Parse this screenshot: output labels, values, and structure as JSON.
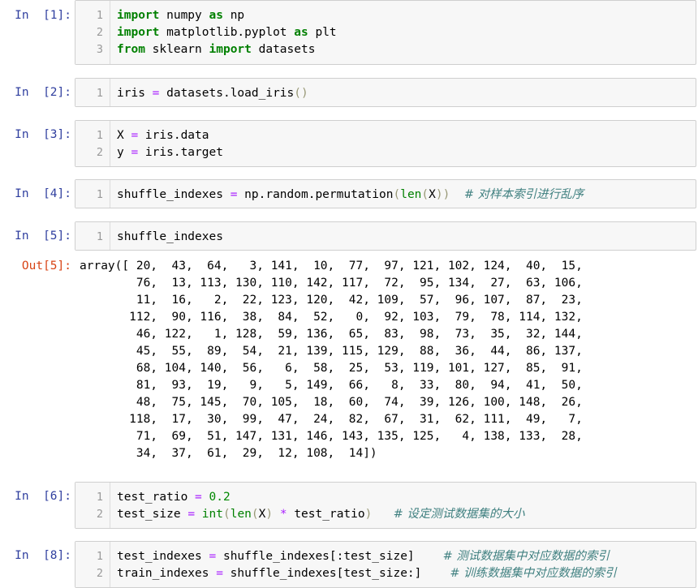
{
  "cells": [
    {
      "prompt": "In  [1]:",
      "lines": [
        {
          "n": "1",
          "parts": [
            [
              "kw",
              "import"
            ],
            [
              "t",
              " numpy "
            ],
            [
              "kw",
              "as"
            ],
            [
              "t",
              " np"
            ]
          ]
        },
        {
          "n": "2",
          "parts": [
            [
              "kw",
              "import"
            ],
            [
              "t",
              " matplotlib.pyplot "
            ],
            [
              "kw",
              "as"
            ],
            [
              "t",
              " plt"
            ]
          ]
        },
        {
          "n": "3",
          "parts": [
            [
              "kw",
              "from"
            ],
            [
              "t",
              " sklearn "
            ],
            [
              "kw",
              "import"
            ],
            [
              "t",
              " datasets"
            ]
          ]
        }
      ]
    },
    {
      "prompt": "In  [2]:",
      "lines": [
        {
          "n": "1",
          "parts": [
            [
              "t",
              "iris "
            ],
            [
              "op",
              "="
            ],
            [
              "t",
              " datasets.load_iris"
            ],
            [
              "paren",
              "()"
            ]
          ]
        }
      ]
    },
    {
      "prompt": "In  [3]:",
      "lines": [
        {
          "n": "1",
          "parts": [
            [
              "t",
              "X "
            ],
            [
              "op",
              "="
            ],
            [
              "t",
              " iris.data"
            ]
          ]
        },
        {
          "n": "2",
          "parts": [
            [
              "t",
              "y "
            ],
            [
              "op",
              "="
            ],
            [
              "t",
              " iris.target"
            ]
          ]
        }
      ]
    },
    {
      "prompt": "In  [4]:",
      "lines": [
        {
          "n": "1",
          "parts": [
            [
              "t",
              "shuffle_indexes "
            ],
            [
              "op",
              "="
            ],
            [
              "t",
              " np.random.permutation"
            ],
            [
              "paren",
              "("
            ],
            [
              "bi",
              "len"
            ],
            [
              "paren",
              "("
            ],
            [
              "t",
              "X"
            ],
            [
              "paren",
              "))"
            ],
            [
              "t",
              "  "
            ],
            [
              "cm",
              "# 对样本索引进行乱序"
            ]
          ]
        }
      ]
    },
    {
      "prompt": "In  [5]:",
      "lines": [
        {
          "n": "1",
          "parts": [
            [
              "t",
              "shuffle_indexes"
            ]
          ]
        }
      ]
    },
    {
      "prompt": "In  [6]:",
      "lines": [
        {
          "n": "1",
          "parts": [
            [
              "t",
              "test_ratio "
            ],
            [
              "op",
              "="
            ],
            [
              "t",
              " "
            ],
            [
              "num",
              "0.2"
            ]
          ]
        },
        {
          "n": "2",
          "parts": [
            [
              "t",
              "test_size "
            ],
            [
              "op",
              "="
            ],
            [
              "t",
              " "
            ],
            [
              "bi",
              "int"
            ],
            [
              "paren",
              "("
            ],
            [
              "bi",
              "len"
            ],
            [
              "paren",
              "("
            ],
            [
              "t",
              "X"
            ],
            [
              "paren",
              ")"
            ],
            [
              "t",
              " "
            ],
            [
              "op",
              "*"
            ],
            [
              "t",
              " test_ratio"
            ],
            [
              "paren",
              ")"
            ],
            [
              "t",
              "   "
            ],
            [
              "cm",
              "# 设定测试数据集的大小"
            ]
          ]
        }
      ]
    },
    {
      "prompt": "In  [8]:",
      "lines": [
        {
          "n": "1",
          "parts": [
            [
              "t",
              "test_indexes "
            ],
            [
              "op",
              "="
            ],
            [
              "t",
              " shuffle_indexes[:test_size]    "
            ],
            [
              "cm",
              "# 测试数据集中对应数据的索引"
            ]
          ]
        },
        {
          "n": "2",
          "parts": [
            [
              "t",
              "train_indexes "
            ],
            [
              "op",
              "="
            ],
            [
              "t",
              " shuffle_indexes[test_size:]    "
            ],
            [
              "cm",
              "# 训练数据集中对应数据的索引"
            ]
          ]
        }
      ]
    }
  ],
  "output": {
    "prompt": "Out[5]:",
    "lines": [
      "array([ 20,  43,  64,   3, 141,  10,  77,  97, 121, 102, 124,  40,  15,",
      "        76,  13, 113, 130, 110, 142, 117,  72,  95, 134,  27,  63, 106,",
      "        11,  16,   2,  22, 123, 120,  42, 109,  57,  96, 107,  87,  23,",
      "       112,  90, 116,  38,  84,  52,   0,  92, 103,  79,  78, 114, 132,",
      "        46, 122,   1, 128,  59, 136,  65,  83,  98,  73,  35,  32, 144,",
      "        45,  55,  89,  54,  21, 139, 115, 129,  88,  36,  44,  86, 137,",
      "        68, 104, 140,  56,   6,  58,  25,  53, 119, 101, 127,  85,  91,",
      "        81,  93,  19,   9,   5, 149,  66,   8,  33,  80,  94,  41,  50,",
      "        48,  75, 145,  70, 105,  18,  60,  74,  39, 126, 100, 148,  26,",
      "       118,  17,  30,  99,  47,  24,  82,  67,  31,  62, 111,  49,   7,",
      "        71,  69,  51, 147, 131, 146, 143, 135, 125,   4, 138, 133,  28,",
      "        34,  37,  61,  29,  12, 108,  14])"
    ]
  }
}
